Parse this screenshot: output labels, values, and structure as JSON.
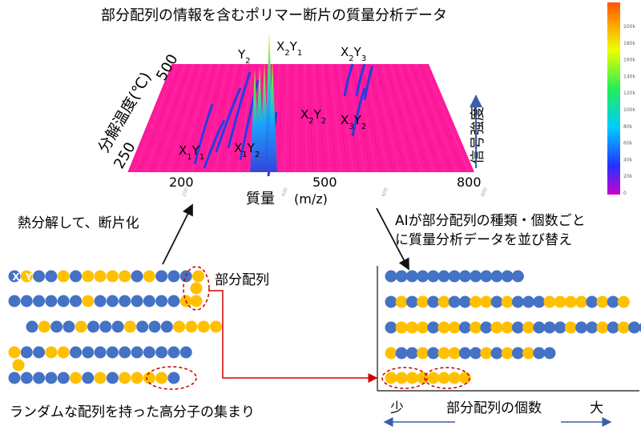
{
  "title": "部分配列の情報を含むポリマー断片の質量分析データ",
  "spectrum": {
    "x_axis": {
      "label": "質量",
      "unit": "(m/z)",
      "ticks": [
        "200",
        "500",
        "800"
      ],
      "faint_ticks": [
        "200",
        "400",
        "600",
        "800"
      ]
    },
    "y_axis": {
      "label": "分解温度(℃)",
      "ticks": [
        "250",
        "500"
      ]
    },
    "z_axis": {
      "label": "信号強度"
    },
    "peak_labels": [
      {
        "base": "Y",
        "sub": "2"
      },
      {
        "base": "X",
        "sub": "2",
        "base2": "Y",
        "sub2": "1"
      },
      {
        "base": "X",
        "sub": "2",
        "base2": "Y",
        "sub2": "3"
      },
      {
        "base": "X",
        "sub": "2",
        "base2": "Y",
        "sub2": "2"
      },
      {
        "base": "X",
        "sub": "3",
        "base2": "Y",
        "sub2": "2"
      },
      {
        "base": "X",
        "sub": "1",
        "base2": "Y",
        "sub2": "1"
      },
      {
        "base": "X",
        "sub": "1",
        "base2": "Y",
        "sub2": "2"
      }
    ],
    "colorbar_ticks": [
      "200k",
      "180k",
      "160k",
      "140k",
      "120k",
      "100k",
      "80k",
      "60k",
      "40k",
      "20k",
      "0"
    ],
    "colors": {
      "background": "#ff1a9c",
      "peak": "#2a3be0",
      "high": "#ffd900"
    }
  },
  "left_caption": "熱分解して、断片化",
  "right_caption_line1": "AIが部分配列の種類・個数ごと",
  "right_caption_line2": "に質量分析データを並び替え",
  "partial_seq_label": "部分配列",
  "legend_x": "X",
  "legend_y": "Y",
  "bottom_left_caption": "ランダムな配列を持った高分子の集まり",
  "bottom_right": {
    "small": "少",
    "middle": "部分配列の個数",
    "large": "大"
  },
  "colors": {
    "x_bead": "#4472c4",
    "y_bead": "#ffc000",
    "arrow_red": "#d00000",
    "dashed": "#c00000",
    "bond": "#111111"
  },
  "left_chains": [
    [
      "X",
      "Y",
      "X",
      "X",
      "Y",
      "X",
      "Y",
      "Y",
      "Y",
      "Y",
      "X",
      "Y",
      "X",
      "X",
      "X",
      "Y"
    ],
    [
      "X",
      "X",
      "X",
      "X",
      "X",
      "X",
      "Y",
      "X",
      "X",
      "X",
      "X",
      "X",
      "X",
      "X",
      "Y"
    ],
    [
      "X",
      "Y",
      "X",
      "X",
      "Y",
      "X",
      "X",
      "X",
      "Y",
      "X",
      "X",
      "X",
      "Y",
      "Y",
      "Y",
      "Y"
    ],
    [
      "Y",
      "X",
      "X",
      "Y",
      "Y",
      "X",
      "X",
      "X",
      "X",
      "X",
      "X",
      "X",
      "X",
      "X",
      "X"
    ],
    [
      "X",
      "X",
      "X",
      "X",
      "X",
      "Y",
      "X",
      "Y",
      "X",
      "Y",
      "Y",
      "Y",
      "Y",
      "X"
    ]
  ],
  "right_chains": [
    {
      "beads": [
        "X",
        "X",
        "X",
        "X",
        "X",
        "X",
        "X",
        "X",
        "X",
        "X",
        "X",
        "X",
        "X"
      ],
      "bonds": [
        2,
        5,
        8
      ]
    },
    {
      "beads": [
        "X",
        "Y",
        "X",
        "Y",
        "X",
        "Y",
        "X",
        "X",
        "Y",
        "Y",
        "X",
        "Y",
        "X",
        "X",
        "X",
        "Y",
        "Y",
        "Y",
        "Y",
        "X",
        "Y",
        "X",
        "Y"
      ],
      "bonds": [
        3,
        6,
        9,
        13,
        17
      ]
    },
    {
      "beads": [
        "X",
        "Y",
        "Y",
        "Y",
        "X",
        "Y",
        "Y",
        "X",
        "Y",
        "X",
        "Y",
        "Y",
        "X",
        "Y",
        "X",
        "X",
        "X",
        "Y",
        "X",
        "X",
        "Y",
        "X",
        "Y",
        "X",
        "X",
        "Y",
        "Y"
      ],
      "bonds": [
        1,
        5,
        9,
        13,
        17,
        21,
        24
      ]
    },
    {
      "beads": [
        "Y",
        "X",
        "X",
        "Y",
        "X",
        "Y",
        "Y",
        "X",
        "X",
        "Y",
        "X",
        "Y",
        "X",
        "Y",
        "X",
        "X"
      ],
      "bonds": [
        4,
        8,
        12
      ]
    },
    {
      "beads": [
        "Y",
        "Y",
        "Y",
        "Y",
        "Y",
        "Y",
        "Y",
        "Y"
      ],
      "bonds": []
    }
  ]
}
